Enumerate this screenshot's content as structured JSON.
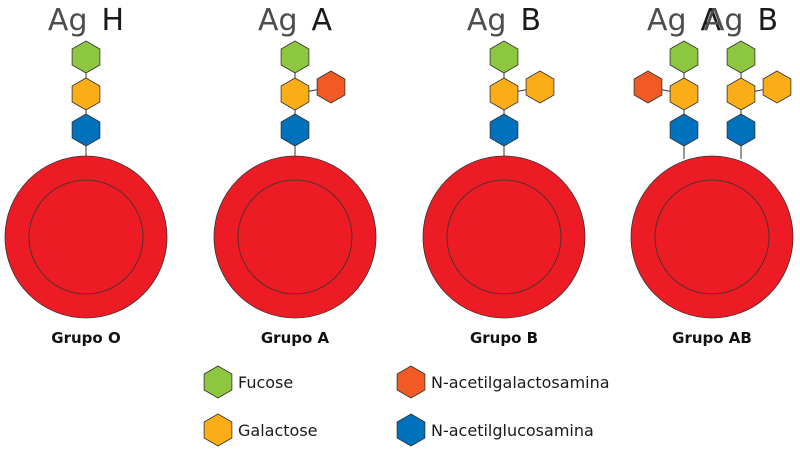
{
  "colors": {
    "fucose": "#8dc63f",
    "galactose": "#fbad18",
    "n_acetylgalactosamine": "#f15a22",
    "n_acetylglucosamine": "#0071bc",
    "cell_fill": "#ed1c24",
    "outline": "#333333"
  },
  "cells": [
    {
      "group_label": "Grupo O",
      "antigens": [
        {
          "prefix": "Ag",
          "type": "H",
          "chain": [
            "fucose",
            "galactose",
            "n_acetylglucosamine"
          ],
          "branch": null
        }
      ]
    },
    {
      "group_label": "Grupo A",
      "antigens": [
        {
          "prefix": "Ag",
          "type": "A",
          "chain": [
            "fucose",
            "galactose",
            "n_acetylglucosamine"
          ],
          "branch": "n_acetylgalactosamine",
          "branch_side": "right"
        }
      ]
    },
    {
      "group_label": "Grupo B",
      "antigens": [
        {
          "prefix": "Ag",
          "type": "B",
          "chain": [
            "fucose",
            "galactose",
            "n_acetylglucosamine"
          ],
          "branch": "galactose",
          "branch_side": "right"
        }
      ]
    },
    {
      "group_label": "Grupo AB",
      "antigens": [
        {
          "prefix": "Ag",
          "type": "A",
          "chain": [
            "fucose",
            "galactose",
            "n_acetylglucosamine"
          ],
          "branch": "n_acetylgalactosamine",
          "branch_side": "left"
        },
        {
          "prefix": "Ag",
          "type": "B",
          "chain": [
            "fucose",
            "galactose",
            "n_acetylglucosamine"
          ],
          "branch": "galactose",
          "branch_side": "right"
        }
      ]
    }
  ],
  "legend": [
    {
      "key": "fucose",
      "label": "Fucose"
    },
    {
      "key": "galactose",
      "label": "Galactose"
    },
    {
      "key": "n_acetylgalactosamine",
      "label": "N-acetilgalactosamina"
    },
    {
      "key": "n_acetylglucosamine",
      "label": "N-acetilglucosamina"
    }
  ]
}
